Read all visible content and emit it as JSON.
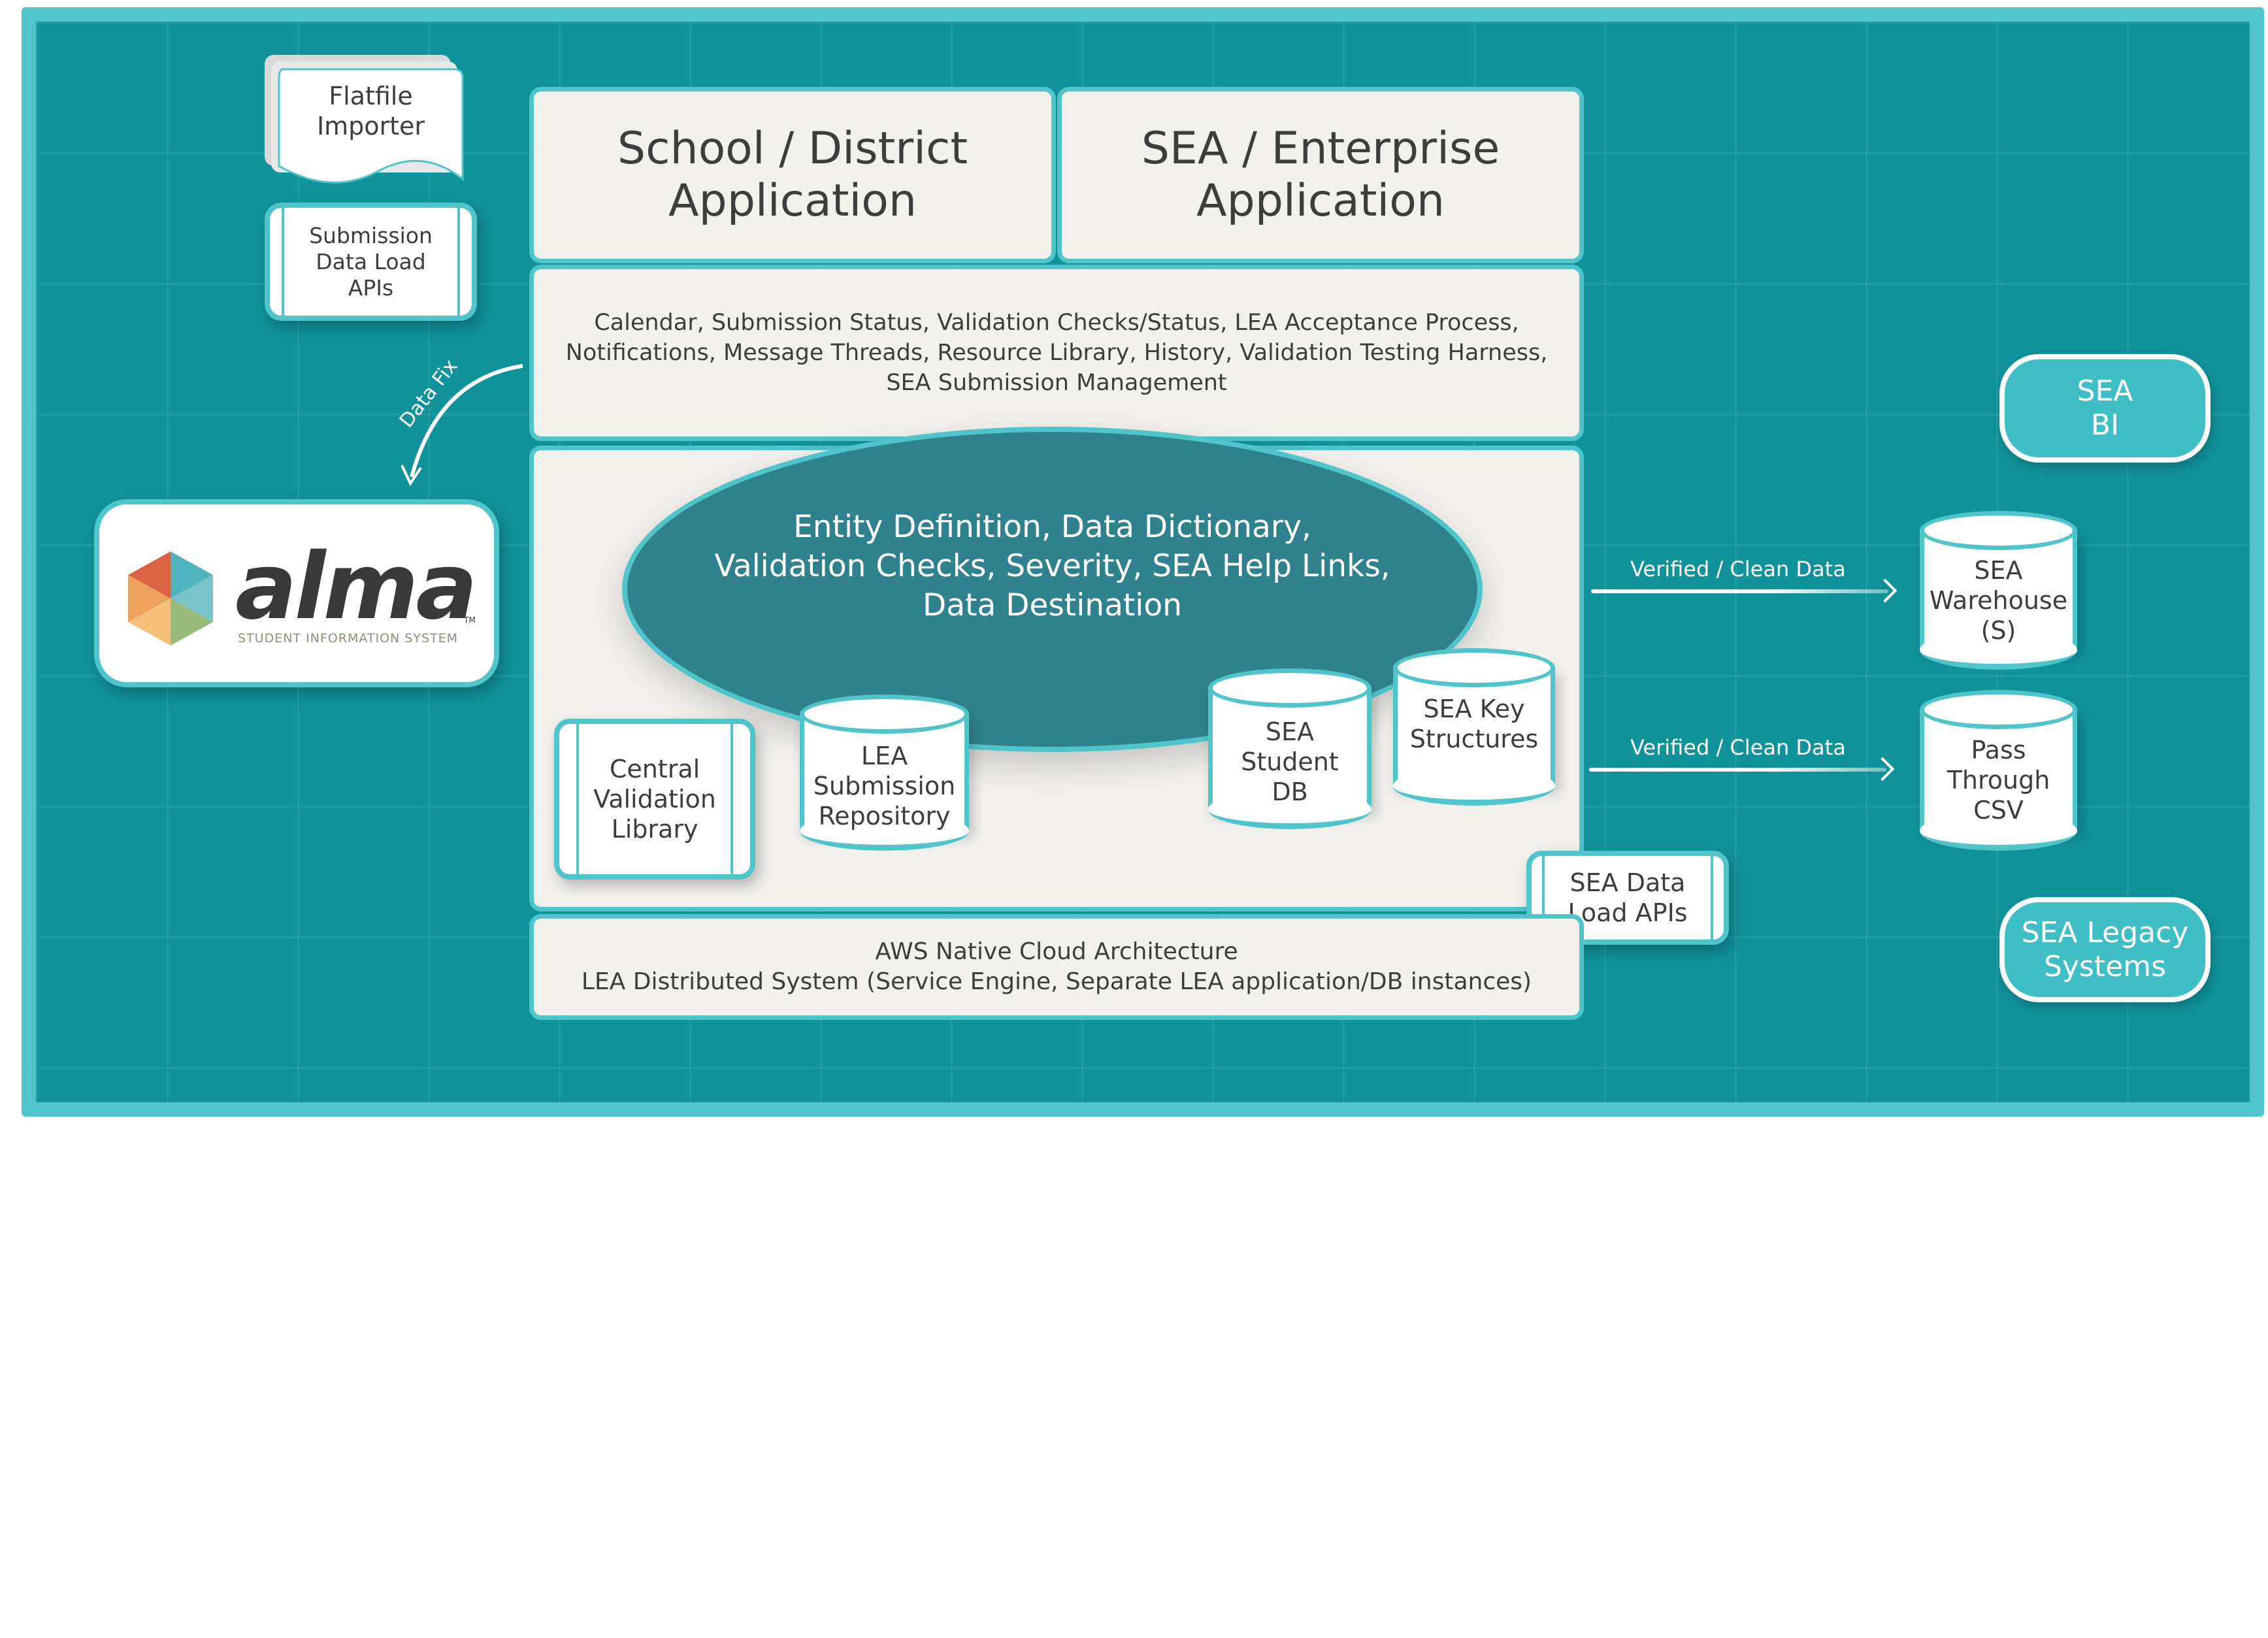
{
  "colors": {
    "panel": "#10929b",
    "border": "#4fc4cb",
    "card": "#f3f1ec",
    "ellipse": "#2f828d",
    "pill": "#3fbec6",
    "text": "#3d3d3d"
  },
  "left": {
    "flatfile": "Flatfile\nImporter",
    "submission_apis": "Submission\nData Load\nAPIs",
    "data_fix": "Data Fix",
    "alma": {
      "wordmark": "alma",
      "tm": "TM",
      "tagline": "STUDENT INFORMATION SYSTEM"
    }
  },
  "center": {
    "school_app": "School / District\nApplication",
    "sea_app": "SEA /  Enterprise\nApplication",
    "features": "Calendar, Submission Status, Validation Checks/Status, LEA Acceptance Process,\nNotifications, Message Threads, Resource Library, History, Validation Testing Harness,\nSEA Submission Management",
    "ellipse": "Entity Definition, Data Dictionary,\nValidation Checks, Severity, SEA Help Links,\nData Destination",
    "central_validation": "Central\nValidation\nLibrary",
    "lea_repo": "LEA\nSubmission\nRepository",
    "sea_student_db": "SEA\nStudent\nDB",
    "sea_key": "SEA Key\nStructures",
    "sea_data_load": "SEA Data\nLoad APIs",
    "aws": "AWS Native Cloud Architecture\nLEA Distributed System (Service Engine, Separate LEA application/DB instances)"
  },
  "right": {
    "sea_bi": "SEA\nBI",
    "arrow1": "Verified / Clean Data",
    "arrow2": "Verified / Clean Data",
    "warehouse": "SEA\nWarehouse\n(S)",
    "passthrough": "Pass\nThrough\nCSV",
    "legacy": "SEA Legacy\nSystems"
  }
}
